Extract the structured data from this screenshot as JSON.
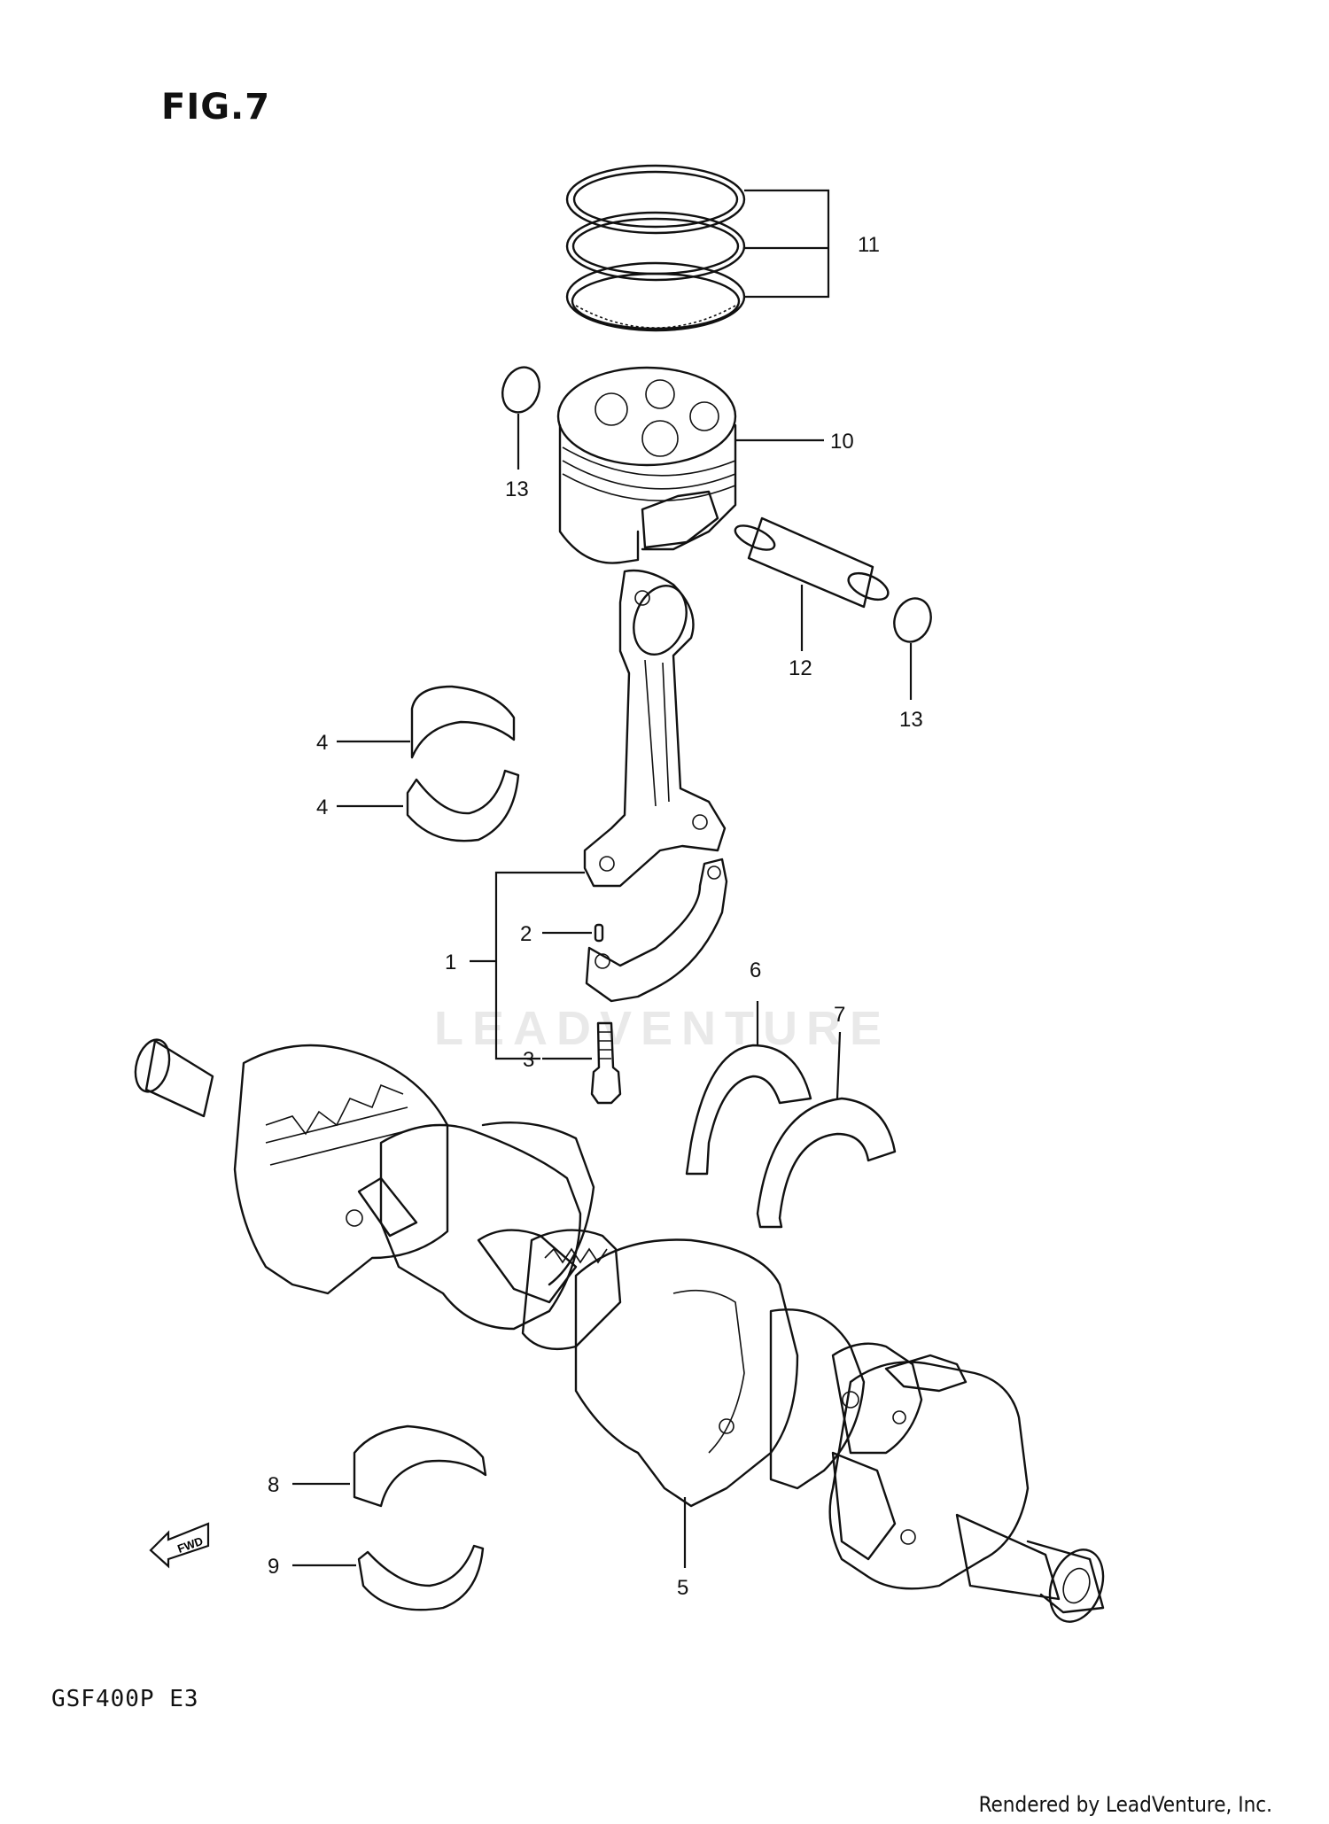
{
  "figure": {
    "title": "FIG.7",
    "model": "GSF400P E3",
    "credit": "Rendered by LeadVenture, Inc.",
    "watermark": "LEADVENTURE"
  },
  "callouts": [
    {
      "id": "c1",
      "text": "1"
    },
    {
      "id": "c2",
      "text": "2"
    },
    {
      "id": "c3",
      "text": "3"
    },
    {
      "id": "c4a",
      "text": "4"
    },
    {
      "id": "c4b",
      "text": "4"
    },
    {
      "id": "c5",
      "text": "5"
    },
    {
      "id": "c6",
      "text": "6"
    },
    {
      "id": "c7",
      "text": "7"
    },
    {
      "id": "c8",
      "text": "8"
    },
    {
      "id": "c9",
      "text": "9"
    },
    {
      "id": "c10",
      "text": "10"
    },
    {
      "id": "c11",
      "text": "11"
    },
    {
      "id": "c12",
      "text": "12"
    },
    {
      "id": "c13a",
      "text": "13"
    },
    {
      "id": "c13b",
      "text": "13"
    }
  ],
  "fwd_label": "FWD",
  "icons": [
    "fwd-arrow-icon"
  ]
}
